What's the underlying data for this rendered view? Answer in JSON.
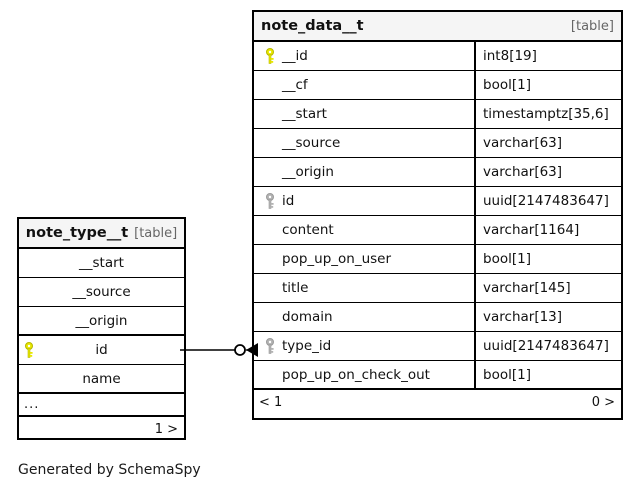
{
  "diagram": {
    "generator_caption": "Generated by SchemaSpy",
    "key_icon_primary": "#e8e800",
    "key_icon_foreign": "#b3b3b3"
  },
  "tables": {
    "note_data_t": {
      "name": "note_data__t",
      "tag": "[table]",
      "columns": [
        {
          "key": "primary",
          "name": "__id",
          "type": "int8[19]"
        },
        {
          "key": "none",
          "name": "__cf",
          "type": "bool[1]"
        },
        {
          "key": "none",
          "name": "__start",
          "type": "timestamptz[35,6]"
        },
        {
          "key": "none",
          "name": "__source",
          "type": "varchar[63]"
        },
        {
          "key": "none",
          "name": "__origin",
          "type": "varchar[63]"
        },
        {
          "key": "foreign",
          "name": "id",
          "type": "uuid[2147483647]"
        },
        {
          "key": "none",
          "name": "content",
          "type": "varchar[1164]"
        },
        {
          "key": "none",
          "name": "pop_up_on_user",
          "type": "bool[1]"
        },
        {
          "key": "none",
          "name": "title",
          "type": "varchar[145]"
        },
        {
          "key": "none",
          "name": "domain",
          "type": "varchar[13]"
        },
        {
          "key": "foreign",
          "name": "type_id",
          "type": "uuid[2147483647]"
        },
        {
          "key": "none",
          "name": "pop_up_on_check_out",
          "type": "bool[1]"
        }
      ],
      "footer": {
        "left": "< 1",
        "middle": "",
        "right": "0 >"
      }
    },
    "note_type_t": {
      "name": "note_type__t",
      "tag": "[table]",
      "columns": [
        {
          "key": "none",
          "name": "__start"
        },
        {
          "key": "none",
          "name": "__source"
        },
        {
          "key": "none",
          "name": "__origin"
        },
        {
          "key": "primary",
          "name": "id"
        },
        {
          "key": "none",
          "name": "name"
        }
      ],
      "more_indicator": "...",
      "footer": {
        "left": "",
        "middle": "",
        "right": "1 >"
      }
    }
  },
  "relationship": {
    "from_table": "note_type__t",
    "from_column": "id",
    "to_table": "note_data__t",
    "to_column": "type_id",
    "from_cardinality": "zero-or-one",
    "to_cardinality": "many"
  }
}
